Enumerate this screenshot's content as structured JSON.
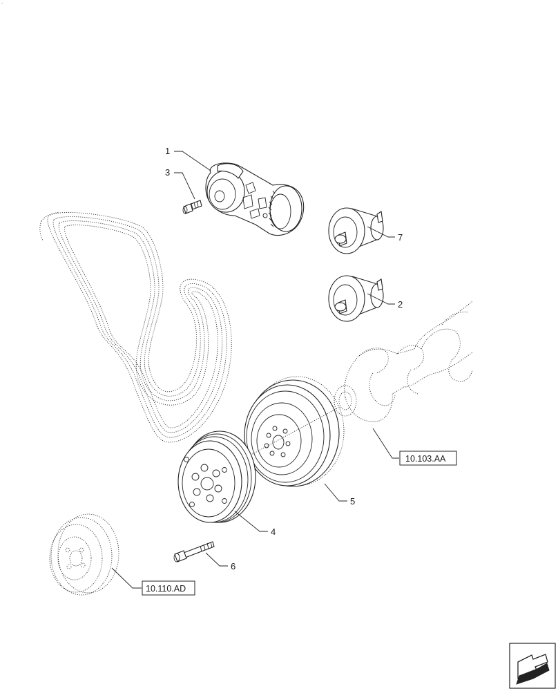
{
  "corner_mark": ".",
  "callouts": [
    {
      "id": "1",
      "label": "1"
    },
    {
      "id": "2",
      "label": "2"
    },
    {
      "id": "3",
      "label": "3"
    },
    {
      "id": "4",
      "label": "4"
    },
    {
      "id": "5",
      "label": "5"
    },
    {
      "id": "6",
      "label": "6"
    },
    {
      "id": "7",
      "label": "7"
    }
  ],
  "references": [
    {
      "id": "crankshaft",
      "label": "10.103.AA"
    },
    {
      "id": "pulley",
      "label": "10.110.AD"
    }
  ],
  "nav_icon": "next-page-arrow-icon"
}
